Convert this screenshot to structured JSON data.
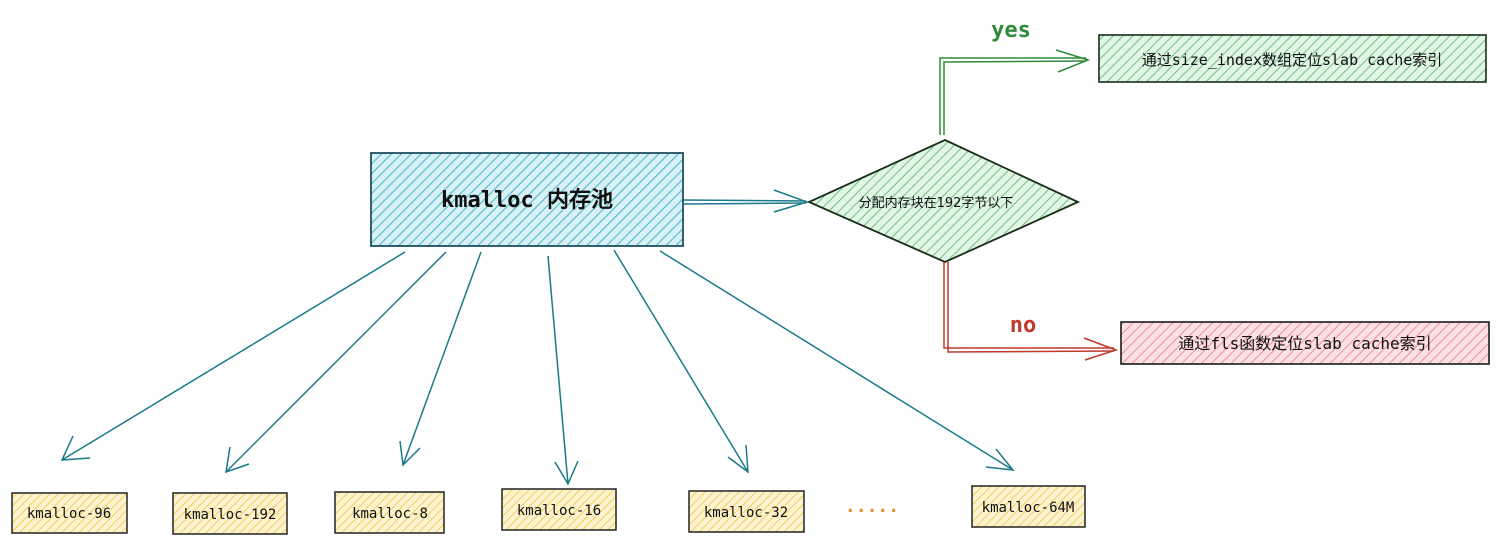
{
  "pool": {
    "label": "kmalloc 内存池"
  },
  "decision": {
    "label": "分配内存块在192字节以下"
  },
  "branches": {
    "yes": {
      "label": "yes",
      "target": "通过size_index数组定位slab cache索引"
    },
    "no": {
      "label": "no",
      "target": "通过fls函数定位slab cache索引"
    }
  },
  "caches": [
    "kmalloc-96",
    "kmalloc-192",
    "kmalloc-8",
    "kmalloc-16",
    "kmalloc-32",
    "kmalloc-64M"
  ],
  "ellipsis": ".....",
  "colors": {
    "pool_fill": "#7fd0de",
    "pool_stroke": "#1e4f63",
    "decision_fill": "#8fd49a",
    "yes_color": "#2e8b3a",
    "no_color": "#c0392b",
    "no_fill": "#f4a7ad",
    "cache_fill": "#f7d774",
    "arrow_teal": "#1a7a8a",
    "ellipsis_color": "#e8912a"
  }
}
